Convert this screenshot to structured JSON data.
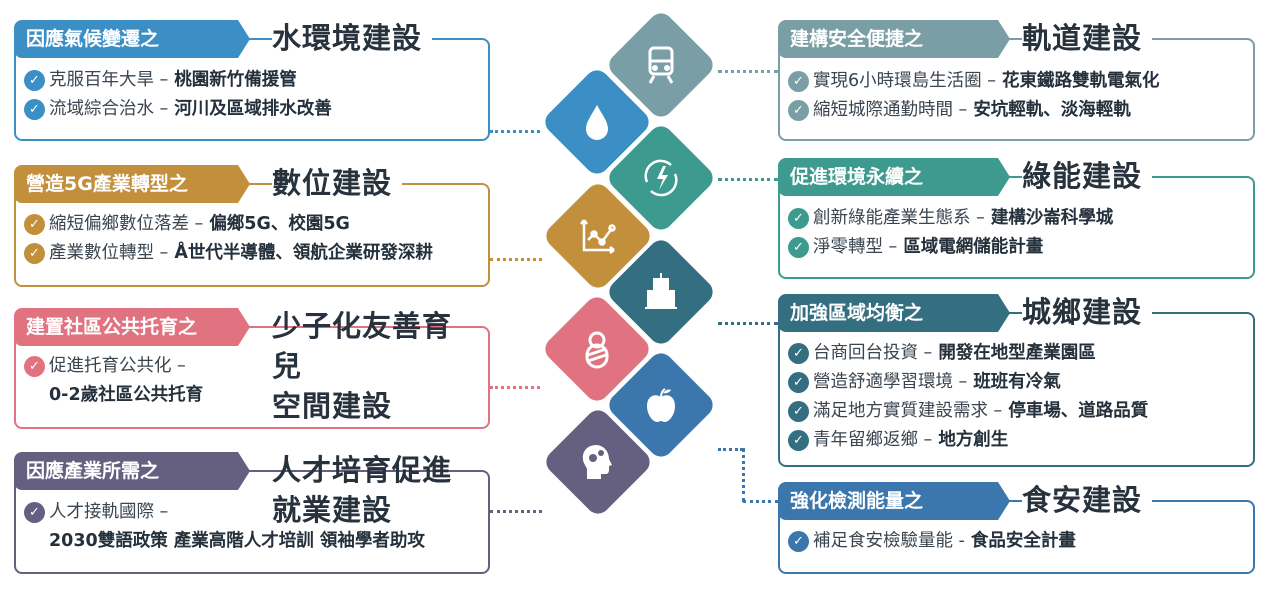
{
  "colors": {
    "water": "#3b8fc5",
    "digital": "#c28f3c",
    "childcare": "#e0737f",
    "talent": "#655f80",
    "rail": "#7a9ea5",
    "green": "#3d9a8e",
    "urban": "#346f81",
    "food": "#3b77ad",
    "text": "#27323d"
  },
  "left": [
    {
      "tab": "因應氣候變遷之",
      "title": "水環境建設",
      "icon": "water-drop-icon",
      "items": [
        {
          "pre": "克服百年大旱 –",
          "suf": "桃園新竹備援管"
        },
        {
          "pre": "流域綜合治水 –",
          "suf": "河川及區域排水改善"
        }
      ]
    },
    {
      "tab": "營造5G產業轉型之",
      "title": "數位建設",
      "icon": "line-chart-icon",
      "items": [
        {
          "pre": "縮短偏鄉數位落差 –",
          "suf": "偏鄉5G、校園5G"
        },
        {
          "pre": "產業數位轉型 –",
          "suf": "Å世代半導體、領航企業研發深耕"
        }
      ]
    },
    {
      "tab": "建置社區公共托育之",
      "title": "少子化友善育兒",
      "title2": "空間建設",
      "icon": "baby-icon",
      "items": [
        {
          "pre": "促進托育公共化 –",
          "suf": "0-2歲社區公共托育"
        }
      ]
    },
    {
      "tab": "因應產業所需之",
      "title": "人才培育促進",
      "title2": "就業建設",
      "icon": "brain-gears-icon",
      "items": [
        {
          "pre": "人才接軌國際 –",
          "suf": "2030雙語政策 產業高階人才培訓 領袖學者助攻"
        }
      ]
    }
  ],
  "right": [
    {
      "tab": "建構安全便捷之",
      "title": "軌道建設",
      "icon": "train-icon",
      "items": [
        {
          "pre": "實現6小時環島生活圈 –",
          "suf": "花東鐵路雙軌電氣化"
        },
        {
          "pre": "縮短城際通勤時間 –",
          "suf": "安坑輕軌、淡海輕軌"
        }
      ]
    },
    {
      "tab": "促進環境永續之",
      "title": "綠能建設",
      "icon": "renewable-energy-icon",
      "items": [
        {
          "pre": "創新綠能產業生態系 –",
          "suf": "建構沙崙科學城"
        },
        {
          "pre": "淨零轉型 –",
          "suf": "區域電網儲能計畫"
        }
      ]
    },
    {
      "tab": "加強區域均衡之",
      "title": "城鄉建設",
      "icon": "building-icon",
      "items": [
        {
          "pre": "台商回台投資 –",
          "suf": "開發在地型產業園區"
        },
        {
          "pre": "營造舒適學習環境 –",
          "suf": "班班有冷氣"
        },
        {
          "pre": "滿足地方實質建設需求 –",
          "suf": "停車場、道路品質"
        },
        {
          "pre": "青年留鄉返鄉 –",
          "suf": "地方創生"
        }
      ]
    },
    {
      "tab": "強化檢測能量之",
      "title": "食安建設",
      "icon": "apple-icon",
      "items": [
        {
          "pre": "補足食安檢驗量能 -",
          "suf": "食品安全計畫"
        }
      ]
    }
  ]
}
